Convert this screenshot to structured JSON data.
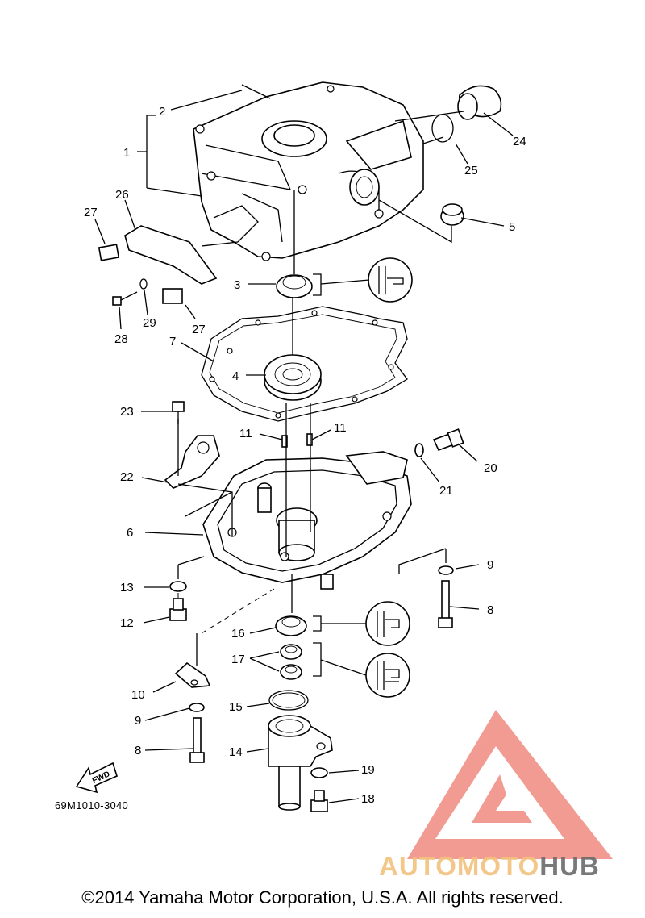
{
  "diagram": {
    "reference_code": "69M1010-3040",
    "copyright": "©2014 Yamaha Motor Corporation, U.S.A. All rights reserved.",
    "fwd_label": "FWD",
    "watermark": {
      "part1": "AUTOMOTO",
      "part2": "HUB",
      "colors": {
        "triangle": "#f08a80",
        "text": "#f2c27d",
        "hub": "#6b6b6b"
      }
    },
    "callouts": [
      {
        "id": "c1",
        "text": "1"
      },
      {
        "id": "c2",
        "text": "2"
      },
      {
        "id": "c3",
        "text": "3"
      },
      {
        "id": "c4",
        "text": "4"
      },
      {
        "id": "c5",
        "text": "5"
      },
      {
        "id": "c6",
        "text": "6"
      },
      {
        "id": "c7",
        "text": "7"
      },
      {
        "id": "c8a",
        "text": "8"
      },
      {
        "id": "c8b",
        "text": "8"
      },
      {
        "id": "c9a",
        "text": "9"
      },
      {
        "id": "c9b",
        "text": "9"
      },
      {
        "id": "c10",
        "text": "10"
      },
      {
        "id": "c11a",
        "text": "11"
      },
      {
        "id": "c11b",
        "text": "11"
      },
      {
        "id": "c12",
        "text": "12"
      },
      {
        "id": "c13",
        "text": "13"
      },
      {
        "id": "c14",
        "text": "14"
      },
      {
        "id": "c15",
        "text": "15"
      },
      {
        "id": "c16",
        "text": "16"
      },
      {
        "id": "c17",
        "text": "17"
      },
      {
        "id": "c18",
        "text": "18"
      },
      {
        "id": "c19",
        "text": "19"
      },
      {
        "id": "c20",
        "text": "20"
      },
      {
        "id": "c21",
        "text": "21"
      },
      {
        "id": "c22",
        "text": "22"
      },
      {
        "id": "c23",
        "text": "23"
      },
      {
        "id": "c24",
        "text": "24"
      },
      {
        "id": "c25",
        "text": "25"
      },
      {
        "id": "c26",
        "text": "26"
      },
      {
        "id": "c27a",
        "text": "27"
      },
      {
        "id": "c27b",
        "text": "27"
      },
      {
        "id": "c28",
        "text": "28"
      },
      {
        "id": "c29",
        "text": "29"
      }
    ]
  }
}
